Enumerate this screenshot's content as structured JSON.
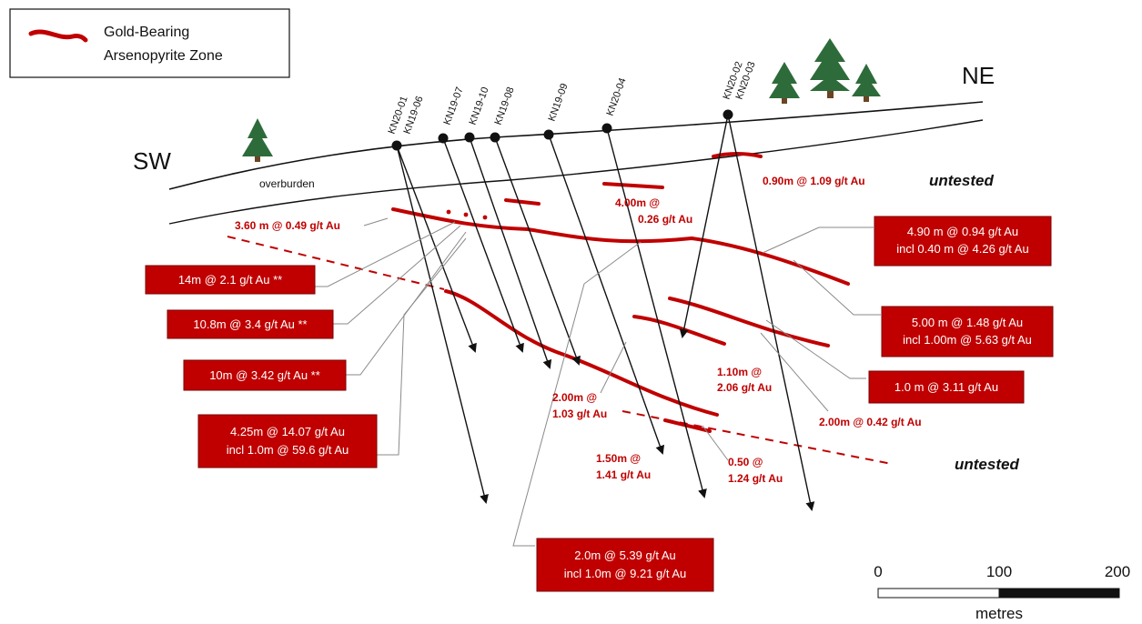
{
  "legend": {
    "label_line1": "Gold-Bearing",
    "label_line2": "Arsenopyrite Zone",
    "zone_color": "#c00000"
  },
  "directions": {
    "left": "SW",
    "right": "NE"
  },
  "overburden_label": "overburden",
  "untested": [
    "untested",
    "untested"
  ],
  "drill_holes": [
    "KN20-01",
    "KN19-06",
    "KN19-07",
    "KN19-10",
    "KN19-08",
    "KN19-09",
    "KN20-04",
    "KN20-02",
    "KN20-03"
  ],
  "inline_intercepts": [
    "0.90m @ 1.09 g/t Au",
    "4.00m @",
    "0.26 g/t Au",
    "3.60 m @ 0.49 g/t Au",
    "1.10m @",
    "2.06 g/t Au",
    "2.00m @",
    "1.03 g/t Au",
    "2.00m @ 0.42 g/t Au",
    "1.50m @",
    "1.41 g/t Au",
    "0.50 @",
    "1.24 g/t Au"
  ],
  "boxed_intercepts": [
    {
      "lines": [
        "4.90 m @ 0.94 g/t Au",
        "incl 0.40 m @ 4.26 g/t Au"
      ]
    },
    {
      "lines": [
        "14m @ 2.1 g/t Au **"
      ]
    },
    {
      "lines": [
        "10.8m @ 3.4 g/t Au **"
      ]
    },
    {
      "lines": [
        "5.00 m @ 1.48 g/t Au",
        "incl 1.00m @ 5.63 g/t Au"
      ]
    },
    {
      "lines": [
        "10m @ 3.42 g/t Au **"
      ]
    },
    {
      "lines": [
        "1.0 m @ 3.11 g/t Au"
      ]
    },
    {
      "lines": [
        "4.25m @ 14.07 g/t Au",
        "incl 1.0m @ 59.6 g/t Au"
      ]
    },
    {
      "lines": [
        "2.0m @ 5.39 g/t Au",
        "incl 1.0m @ 9.21 g/t Au"
      ]
    }
  ],
  "scale_bar": {
    "ticks": [
      "0",
      "100",
      "200"
    ],
    "unit": "metres"
  }
}
